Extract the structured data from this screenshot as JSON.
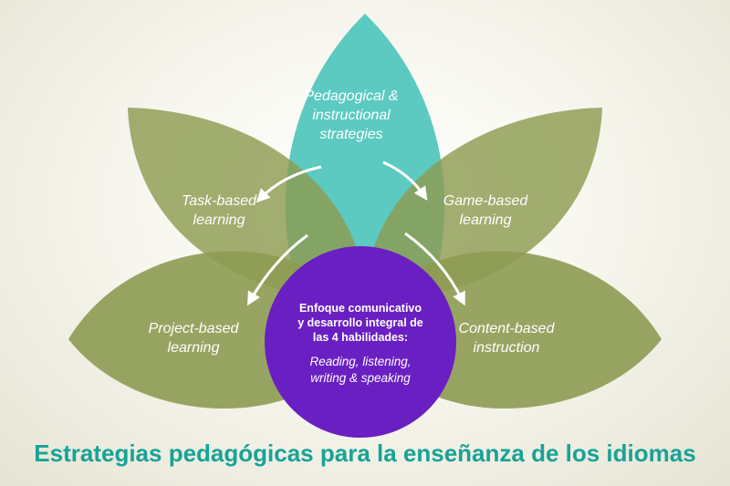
{
  "colors": {
    "petal_olive": "#8d9b52",
    "petal_teal": "#5ccac1",
    "center_purple": "#6a1fc2",
    "title_teal": "#17a397",
    "arrow": "#ffffff"
  },
  "petals": {
    "top": {
      "lines": [
        "Pedagogical &",
        "instructional",
        "strategies"
      ]
    },
    "upper_left": {
      "lines": [
        "Task-based",
        "learning"
      ]
    },
    "upper_right": {
      "lines": [
        "Game-based",
        "learning"
      ]
    },
    "lower_left": {
      "lines": [
        "Project-based",
        "learning"
      ]
    },
    "lower_right": {
      "lines": [
        "Content-based",
        "instruction"
      ]
    }
  },
  "center": {
    "lines": [
      "Enfoque comunicativo",
      "y desarrollo integral de",
      "las 4 habilidades:"
    ],
    "skills_lines": [
      "Reading, listening,",
      "writing & speaking"
    ]
  },
  "title": "Estrategias pedagógicas para la enseñanza de los idiomas"
}
